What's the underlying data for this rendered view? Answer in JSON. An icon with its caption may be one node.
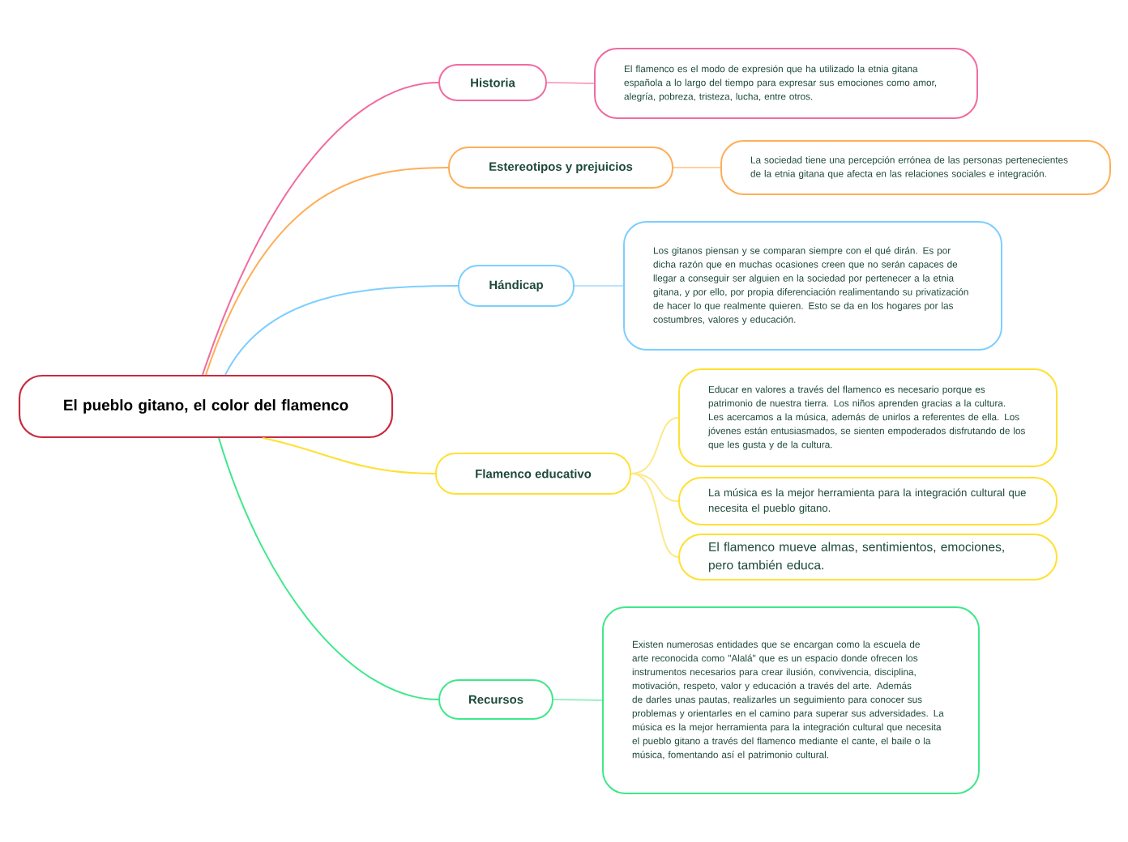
{
  "diagram": {
    "nodes": [
      {
        "text": [
          "El pueblo gitano, el color del flamenco"
        ]
      },
      {
        "text": [
          "Historia"
        ]
      },
      {
        "text": [
          "El flamenco es el modo de expresión que ha utilizado la etnia gitana española a lo largo del tiempo para expresar sus emociones como amor, alegría, pobreza, tristeza, lucha, entre otros."
        ]
      },
      {
        "text": [
          "Estereotipos y prejuicios"
        ]
      },
      {
        "text": [
          "La sociedad tiene una percepción errónea de las personas pertenecientes de la etnia gitana que afecta en las relaciones sociales e integración."
        ]
      },
      {
        "text": [
          "Hándicap"
        ]
      },
      {
        "text": [
          "Los gitanos piensan y se comparan siempre con el qué dirán. Es por dicha razón que en muchas ocasiones creen que no serán capaces de llegar a conseguir ser alguien en la sociedad por pertenecer a la etnia gitana, y por ello, por propia diferenciación realimentando su privatización de hacer lo que realmente quieren. Esto se da en los hogares por las costumbres, valores y educación."
        ]
      },
      {
        "text": [
          "Flamenco educativo"
        ]
      },
      {
        "text": [
          "Educar en valores a través del flamenco es necesario porque es patrimonio de nuestra tierra. Los niños aprenden gracias a la cultura. Les acercamos a la música, además de unirlos a referentes de ella. Los jóvenes están entusiasmados, se sienten empoderados disfrutando de los que les gusta y de la cultura."
        ]
      },
      {
        "text": [
          "La música es la mejor herramienta para la integración cultural que necesita el pueblo gitano."
        ]
      },
      {
        "text": [
          "El flamenco mueve almas, sentimientos, emociones, pero también educa."
        ]
      },
      {
        "text": [
          "Recursos"
        ]
      },
      {
        "text": [
          "Existen numerosas entidades que se encargan como la escuela de arte reconocida como \"Alalá\" que es un espacio donde ofrecen los instrumentos necesarios para crear ilusión, convivencia, disciplina, motivación, respeto, valor y educación a través del arte. Además de darles unas pautas, realizarles un seguimiento para conocer sus problemas y orientarles en el camino para superar sus adversidades. La música es la mejor herramienta para la integración cultural que necesita el pueblo gitano a través del flamenco mediante el cante, el baile o la música, fomentando así el patrimonio cultural."
        ]
      }
    ],
    "edges": [
      {
        "from": 0,
        "to": 1,
        "arrow": "none",
        "color": "#f06ba0"
      },
      {
        "from": 0,
        "to": 3,
        "arrow": "none",
        "color": "#ffae57"
      },
      {
        "from": 0,
        "to": 5,
        "arrow": "none",
        "color": "#7dcfff"
      },
      {
        "from": 0,
        "to": 7,
        "arrow": "none",
        "color": "#ffe033"
      },
      {
        "from": 0,
        "to": 11,
        "arrow": "none",
        "color": "#3ee88a"
      },
      {
        "from": 1,
        "to": 2,
        "arrow": "none",
        "color": "#f9a8c8"
      },
      {
        "from": 3,
        "to": 4,
        "arrow": "none",
        "color": "#ffd0a0"
      },
      {
        "from": 5,
        "to": 6,
        "arrow": "none",
        "color": "#b8e4fb"
      },
      {
        "from": 7,
        "to": 8,
        "arrow": "none",
        "color": "#fbe98a"
      },
      {
        "from": 7,
        "to": 9,
        "arrow": "none",
        "color": "#fbe98a"
      },
      {
        "from": 7,
        "to": 10,
        "arrow": "none",
        "color": "#fbe98a"
      },
      {
        "from": 11,
        "to": 12,
        "arrow": "none",
        "color": "#9af0c0"
      }
    ]
  }
}
